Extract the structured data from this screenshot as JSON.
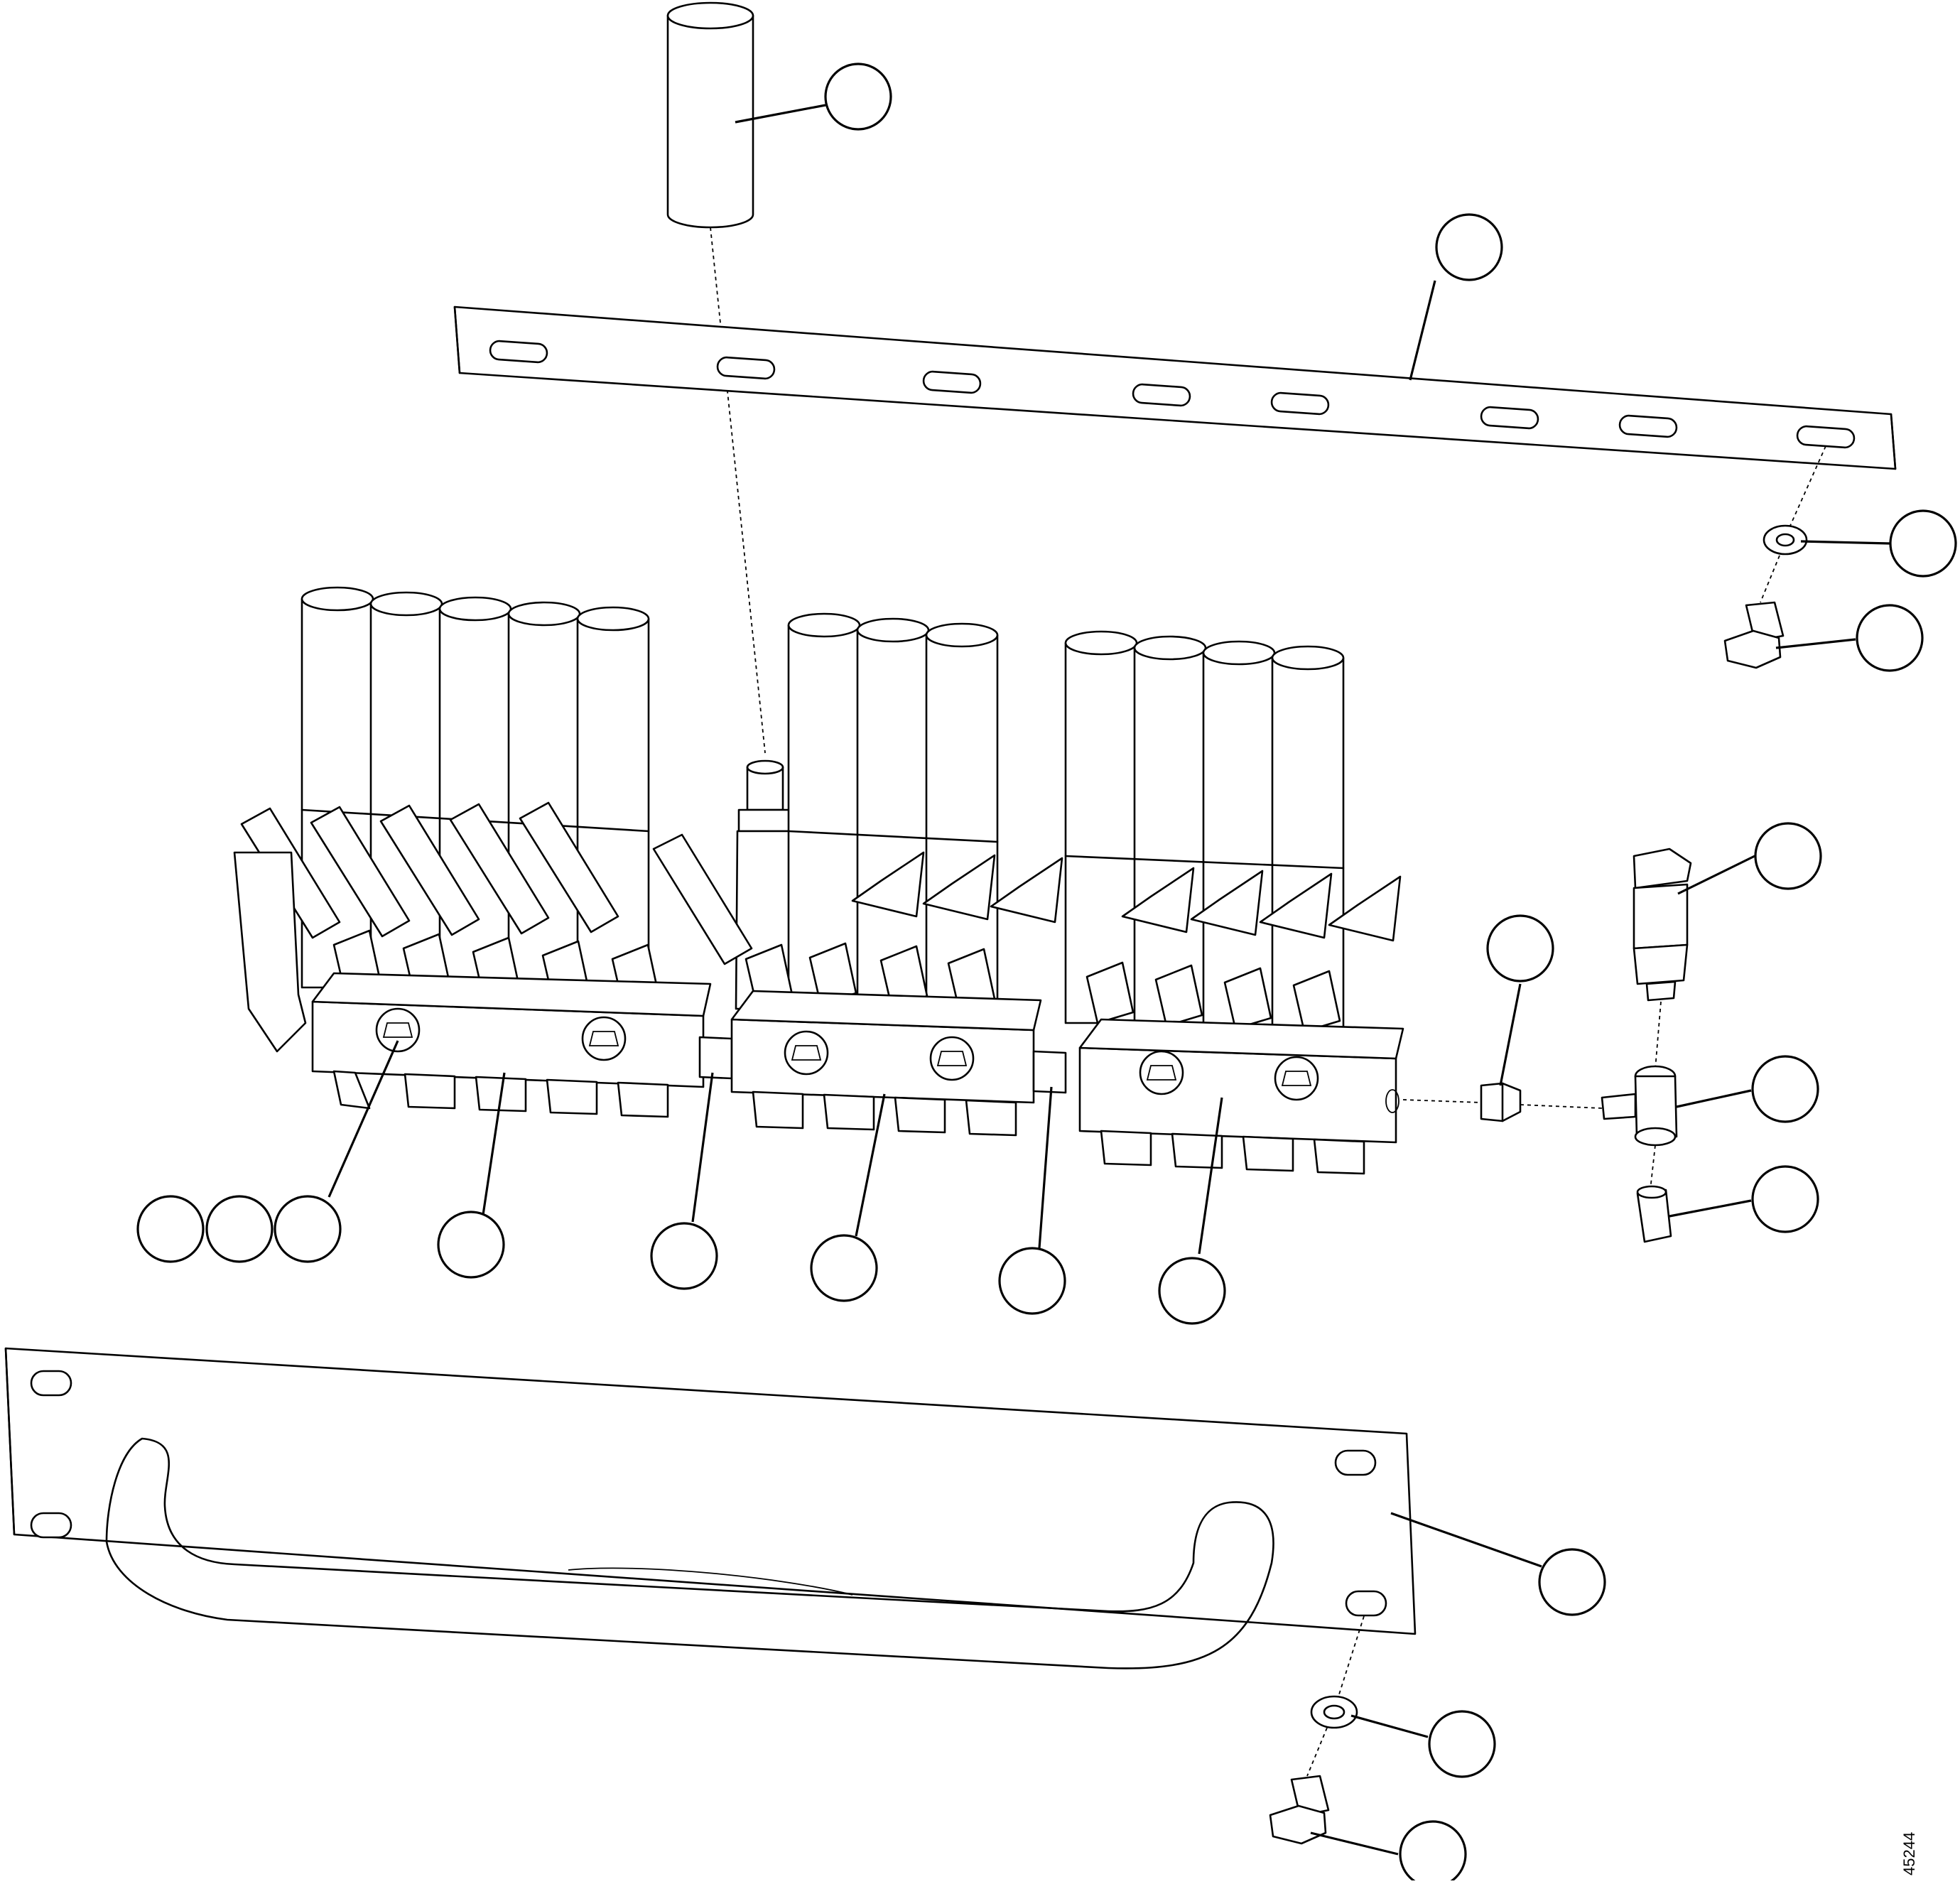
{
  "figure": {
    "reference_number": "45244"
  },
  "callouts": [
    {
      "id": "c1"
    },
    {
      "id": "c2"
    },
    {
      "id": "c3"
    },
    {
      "id": "c4"
    },
    {
      "id": "c5"
    },
    {
      "id": "c6"
    },
    {
      "id": "c7"
    },
    {
      "id": "c8"
    },
    {
      "id": "c9"
    },
    {
      "id": "c10"
    },
    {
      "id": "c11"
    },
    {
      "id": "c12"
    },
    {
      "id": "c13"
    },
    {
      "id": "c14"
    },
    {
      "id": "c15"
    },
    {
      "id": "c16"
    },
    {
      "id": "c17"
    },
    {
      "id": "c18"
    },
    {
      "id": "c19"
    },
    {
      "id": "c20"
    },
    {
      "id": "c21"
    },
    {
      "id": "c22"
    }
  ]
}
